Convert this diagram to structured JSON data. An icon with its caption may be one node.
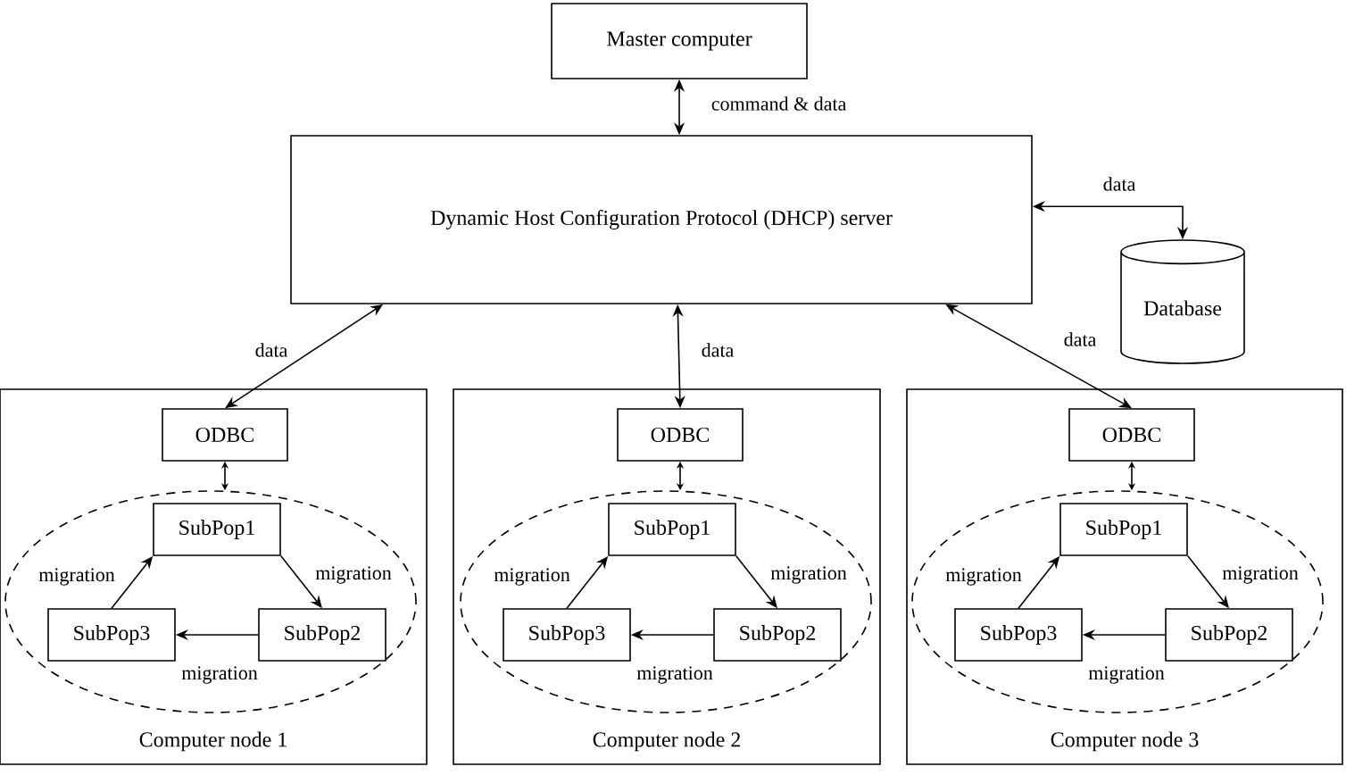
{
  "diagram": {
    "nodes": [
      {
        "text": [
          "Master computer"
        ]
      },
      {
        "text": [
          "Dynamic Host Configuration Protocol (DHCP) server"
        ]
      },
      {
        "text": [
          "Database"
        ]
      },
      {
        "text": [
          "Computer node 1"
        ]
      },
      {
        "text": [
          "ODBC"
        ],
        "in": 3
      },
      {
        "text": [],
        "shape": "ellipse",
        "in": 3
      },
      {
        "text": [
          "SubPop1"
        ],
        "in": 5
      },
      {
        "text": [
          "SubPop3"
        ],
        "in": 5
      },
      {
        "text": [
          "SubPop2"
        ],
        "in": 5
      },
      {
        "text": [
          "Computer node 2"
        ]
      },
      {
        "text": [
          "ODBC"
        ],
        "in": 9
      },
      {
        "text": [],
        "shape": "ellipse",
        "in": 9
      },
      {
        "text": [
          "SubPop1"
        ],
        "in": 11
      },
      {
        "text": [
          "SubPop3"
        ],
        "in": 11
      },
      {
        "text": [
          "SubPop2"
        ],
        "in": 11
      },
      {
        "text": [
          "Computer node 3"
        ]
      },
      {
        "text": [
          "ODBC"
        ],
        "in": 15
      },
      {
        "text": [],
        "shape": "ellipse",
        "in": 15
      },
      {
        "text": [
          "SubPop1"
        ],
        "in": 17
      },
      {
        "text": [
          "SubPop3"
        ],
        "in": 17
      },
      {
        "text": [
          "SubPop2"
        ],
        "in": 17
      }
    ],
    "edges": [
      {
        "from": 0,
        "to": 1,
        "arrow": "both",
        "label": "command & data"
      },
      {
        "from": 1,
        "to": 2,
        "arrow": "both",
        "label": "data"
      },
      {
        "from": 1,
        "to": 4,
        "arrow": "both",
        "label": "data"
      },
      {
        "from": 4,
        "to": 5,
        "arrow": "both"
      },
      {
        "from": 6,
        "to": 8,
        "arrow": "to",
        "label": "migration"
      },
      {
        "from": 8,
        "to": 7,
        "arrow": "to",
        "label": "migration"
      },
      {
        "from": 7,
        "to": 6,
        "arrow": "to",
        "label": "migration"
      },
      {
        "from": 1,
        "to": 10,
        "arrow": "both",
        "label": "data"
      },
      {
        "from": 10,
        "to": 11,
        "arrow": "both"
      },
      {
        "from": 12,
        "to": 14,
        "arrow": "to",
        "label": "migration"
      },
      {
        "from": 14,
        "to": 13,
        "arrow": "to",
        "label": "migration"
      },
      {
        "from": 13,
        "to": 12,
        "arrow": "to",
        "label": "migration"
      },
      {
        "from": 1,
        "to": 16,
        "arrow": "both",
        "label": "data"
      },
      {
        "from": 16,
        "to": 17,
        "arrow": "both"
      },
      {
        "from": 18,
        "to": 20,
        "arrow": "to",
        "label": "migration"
      },
      {
        "from": 20,
        "to": 19,
        "arrow": "to",
        "label": "migration"
      },
      {
        "from": 19,
        "to": 18,
        "arrow": "to",
        "label": "migration"
      }
    ]
  }
}
